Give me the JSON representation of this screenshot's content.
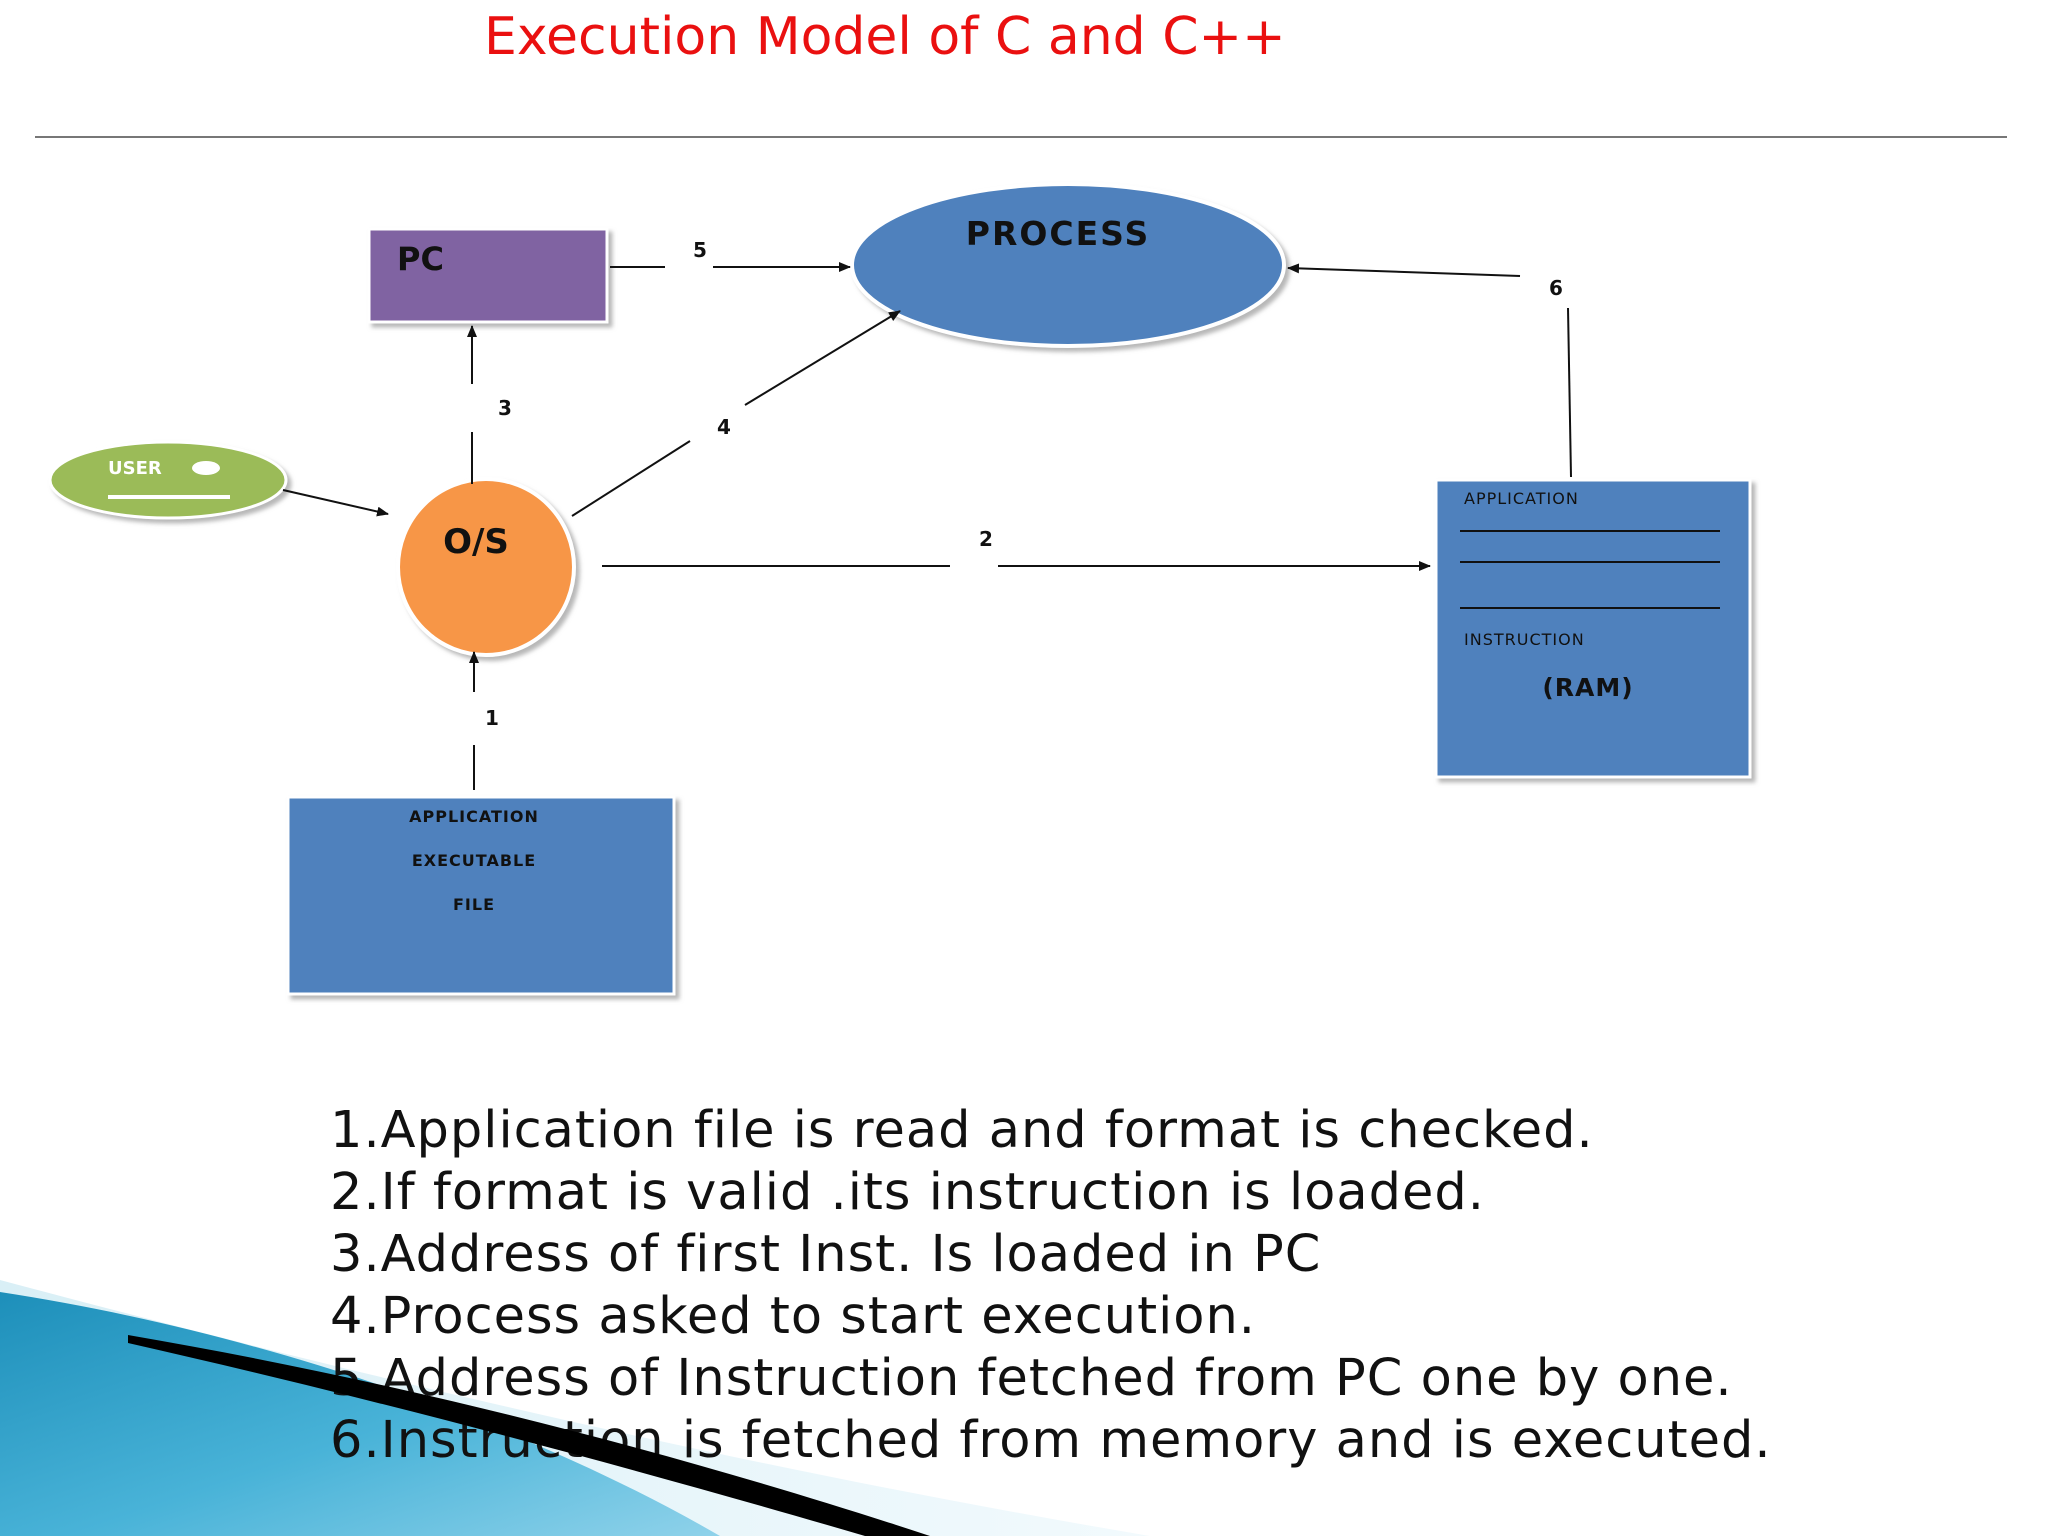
{
  "title": "Execution Model of C and C++",
  "diagram": {
    "nodes": {
      "pc": "PC",
      "process": "PROCESS",
      "user": "USER",
      "os": "O/S",
      "executable": [
        "APPLICATION",
        "EXECUTABLE",
        "FILE"
      ],
      "ram": {
        "top_label": "APPLICATION",
        "middle_label": "INSTRUCTION",
        "name": "(RAM)"
      }
    },
    "edges": {
      "e1": "1",
      "e2": "2",
      "e3": "3",
      "e4": "4",
      "e5": "5",
      "e6": "6"
    },
    "colors": {
      "pc": "#8064a2",
      "process": "#4f81bd",
      "os": "#f79646",
      "user": "#9bbb59",
      "executable": "#4f81bd",
      "ram": "#4f81bd",
      "title": "#ea1010"
    }
  },
  "steps": [
    "1.Application file is read and format is checked.",
    "2.If format is valid .its instruction is loaded.",
    "3.Address of first Inst. Is loaded in PC",
    "4.Process asked to start execution.",
    "5.Address of Instruction fetched from PC one by one.",
    "6.Instruction is fetched from memory and is executed."
  ]
}
